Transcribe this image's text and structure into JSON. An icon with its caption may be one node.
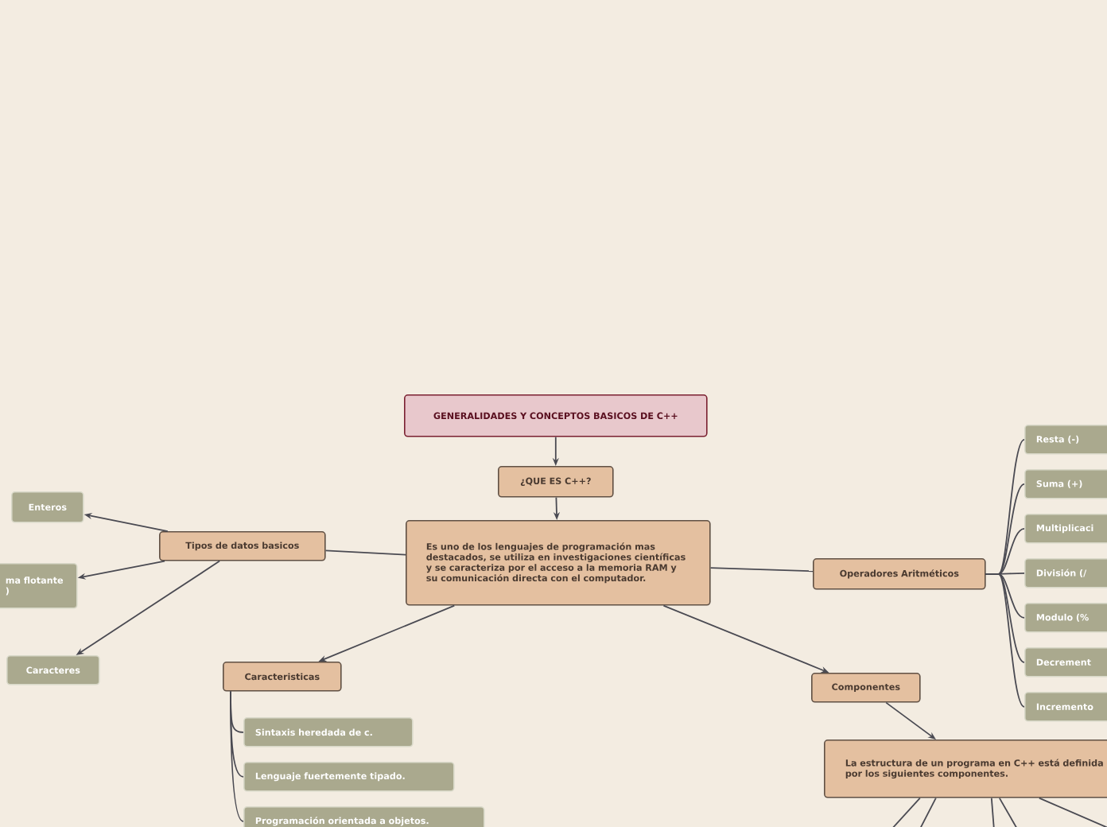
{
  "diagram": {
    "nodes": [
      {
        "text": [
          "GENERALIDADES Y CONCEPTOS BASICOS DE C++"
        ]
      },
      {
        "text": [
          "¿QUE ES C++?"
        ]
      },
      {
        "text": [
          "Es uno de los lenguajes de programación mas destacados, se utiliza en investigaciones científicas y  se caracteriza por el acceso a la memoria RAM y su comunicación directa con el computador."
        ]
      },
      {
        "text": [
          "Tipos de datos basicos"
        ]
      },
      {
        "text": [
          "Enteros"
        ]
      },
      {
        "text": [
          "ma flotante )"
        ]
      },
      {
        "text": [
          "Caracteres"
        ]
      },
      {
        "text": [
          "Caracteristicas"
        ]
      },
      {
        "text": [
          "Sintaxis heredada de c."
        ]
      },
      {
        "text": [
          "Lenguaje fuertemente tipado."
        ]
      },
      {
        "text": [
          "Programación orientada a objetos."
        ]
      },
      {
        "text": [
          "Operadores Aritméticos"
        ]
      },
      {
        "text": [
          "Componentes"
        ]
      },
      {
        "text": [
          "La estructura de un programa en C++ está definida por los siguientes componentes."
        ]
      },
      {
        "text": [
          "Resta (-)"
        ]
      },
      {
        "text": [
          "Suma (+)"
        ]
      },
      {
        "text": [
          "Multiplicaci"
        ]
      },
      {
        "text": [
          "División (/"
        ]
      },
      {
        "text": [
          "Modulo (%"
        ]
      },
      {
        "text": [
          "Decrement"
        ]
      },
      {
        "text": [
          "Incremento"
        ]
      }
    ],
    "edges": [
      {
        "from": 0,
        "to": 1,
        "arrow": "to"
      },
      {
        "from": 1,
        "to": 2,
        "arrow": "to"
      },
      {
        "from": 2,
        "to": 3,
        "arrow": "none"
      },
      {
        "from": 3,
        "to": 4,
        "arrow": "to"
      },
      {
        "from": 3,
        "to": 5,
        "arrow": "to"
      },
      {
        "from": 3,
        "to": 6,
        "arrow": "to"
      },
      {
        "from": 2,
        "to": 7,
        "arrow": "to"
      },
      {
        "from": 2,
        "to": 11,
        "arrow": "none"
      },
      {
        "from": 2,
        "to": 12,
        "arrow": "to"
      },
      {
        "from": 12,
        "to": 13,
        "arrow": "to"
      },
      {
        "from": 7,
        "to": 8,
        "arrow": "none"
      },
      {
        "from": 7,
        "to": 9,
        "arrow": "none"
      },
      {
        "from": 7,
        "to": 10,
        "arrow": "none"
      },
      {
        "from": 11,
        "to": 14,
        "arrow": "none"
      },
      {
        "from": 11,
        "to": 15,
        "arrow": "none"
      },
      {
        "from": 11,
        "to": 16,
        "arrow": "none"
      },
      {
        "from": 11,
        "to": 17,
        "arrow": "none"
      },
      {
        "from": 11,
        "to": 18,
        "arrow": "none"
      },
      {
        "from": 11,
        "to": 19,
        "arrow": "none"
      },
      {
        "from": 11,
        "to": 20,
        "arrow": "none"
      },
      {
        "from": 13,
        "to": null,
        "arrow": "none"
      },
      {
        "from": 13,
        "to": null,
        "arrow": "none"
      },
      {
        "from": 13,
        "to": null,
        "arrow": "none"
      },
      {
        "from": 13,
        "to": null,
        "arrow": "none"
      },
      {
        "from": 13,
        "to": null,
        "arrow": "none"
      }
    ]
  }
}
